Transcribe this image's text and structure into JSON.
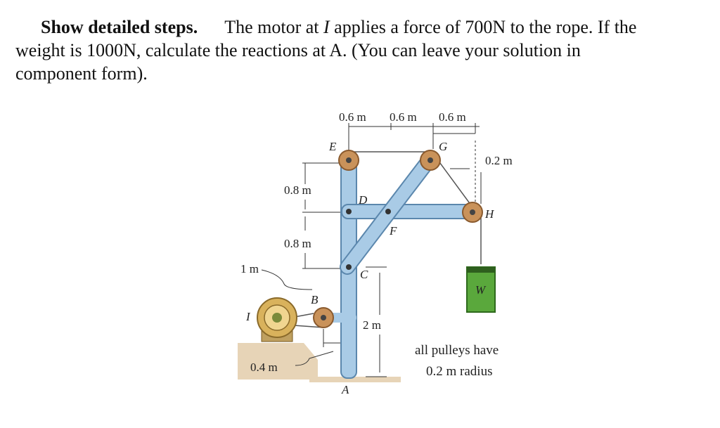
{
  "problem": {
    "lead": "Show detailed steps.",
    "text_a": "The motor at ",
    "motor_point": "I",
    "text_b": " applies a force of 700N to the rope.  If the",
    "line2": "weight is 1000N, calculate the reactions at A.  (You can leave your solution in",
    "line3": "component form)."
  },
  "figure": {
    "colors": {
      "member": "#a9cbe6",
      "member_edge": "#5b87ad",
      "pulley": "#c9925a",
      "pulley_edge": "#8a5a2e",
      "weight_box": "#5aa83c",
      "ground": "#e7d4b7",
      "motor": "#d9b25c"
    },
    "dimensions": {
      "top_span_1": "0.6 m",
      "top_span_2": "0.6 m",
      "top_span_3": "0.6 m",
      "pulley_h_offset": "0.2 m",
      "ED": "0.8 m",
      "DC": "0.8 m",
      "CB": "1 m",
      "motor_offset": "0.4 m",
      "BA": "2 m"
    },
    "points": {
      "E": "E",
      "G": "G",
      "D": "D",
      "H": "H",
      "F": "F",
      "C": "C",
      "B": "B",
      "A": "A",
      "I": "I",
      "W": "W"
    },
    "note_line1": "all pulleys have",
    "note_line2": "0.2 m radius"
  }
}
